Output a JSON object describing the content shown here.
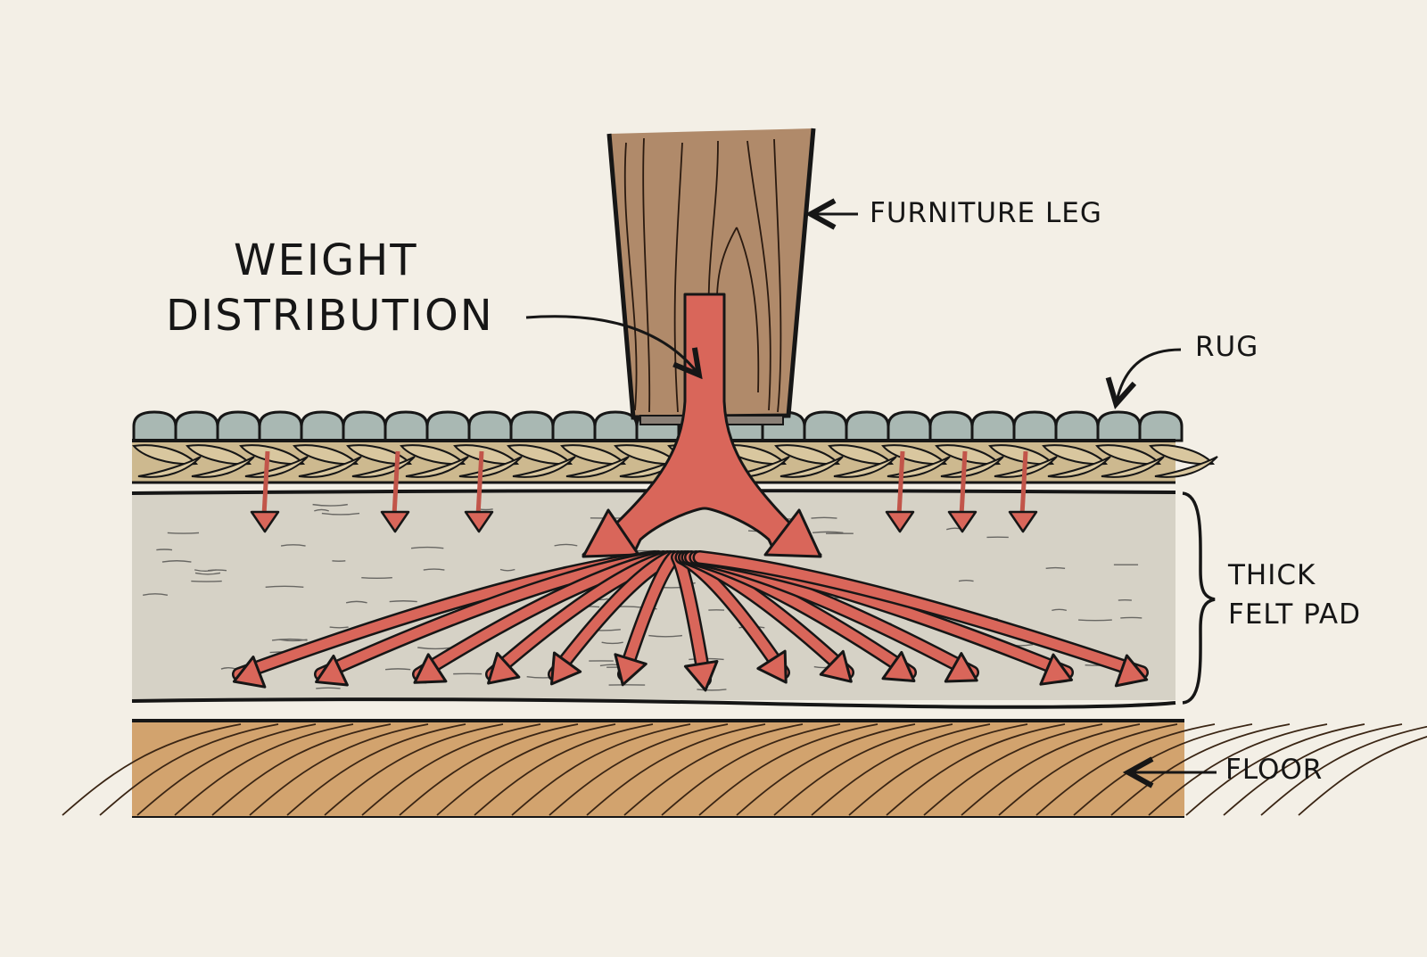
{
  "title": {
    "line1": "WEIGHT",
    "line2": "DISTRIBUTION"
  },
  "labels": {
    "furniture_leg": "FURNITURE LEG",
    "rug": "RUG",
    "felt_pad_line1": "THICK",
    "felt_pad_line2": "FELT PAD",
    "floor": "FLOOR"
  },
  "colors": {
    "background": "#f3efe6",
    "leg_wood": "#b08a6a",
    "rug_pile": "#a9b8b3",
    "rug_braid": "#cdb98f",
    "felt_pad": "#d6d2c6",
    "floor_wood": "#d2a36e",
    "force_arrow": "#d9665a",
    "ink": "#161616"
  }
}
